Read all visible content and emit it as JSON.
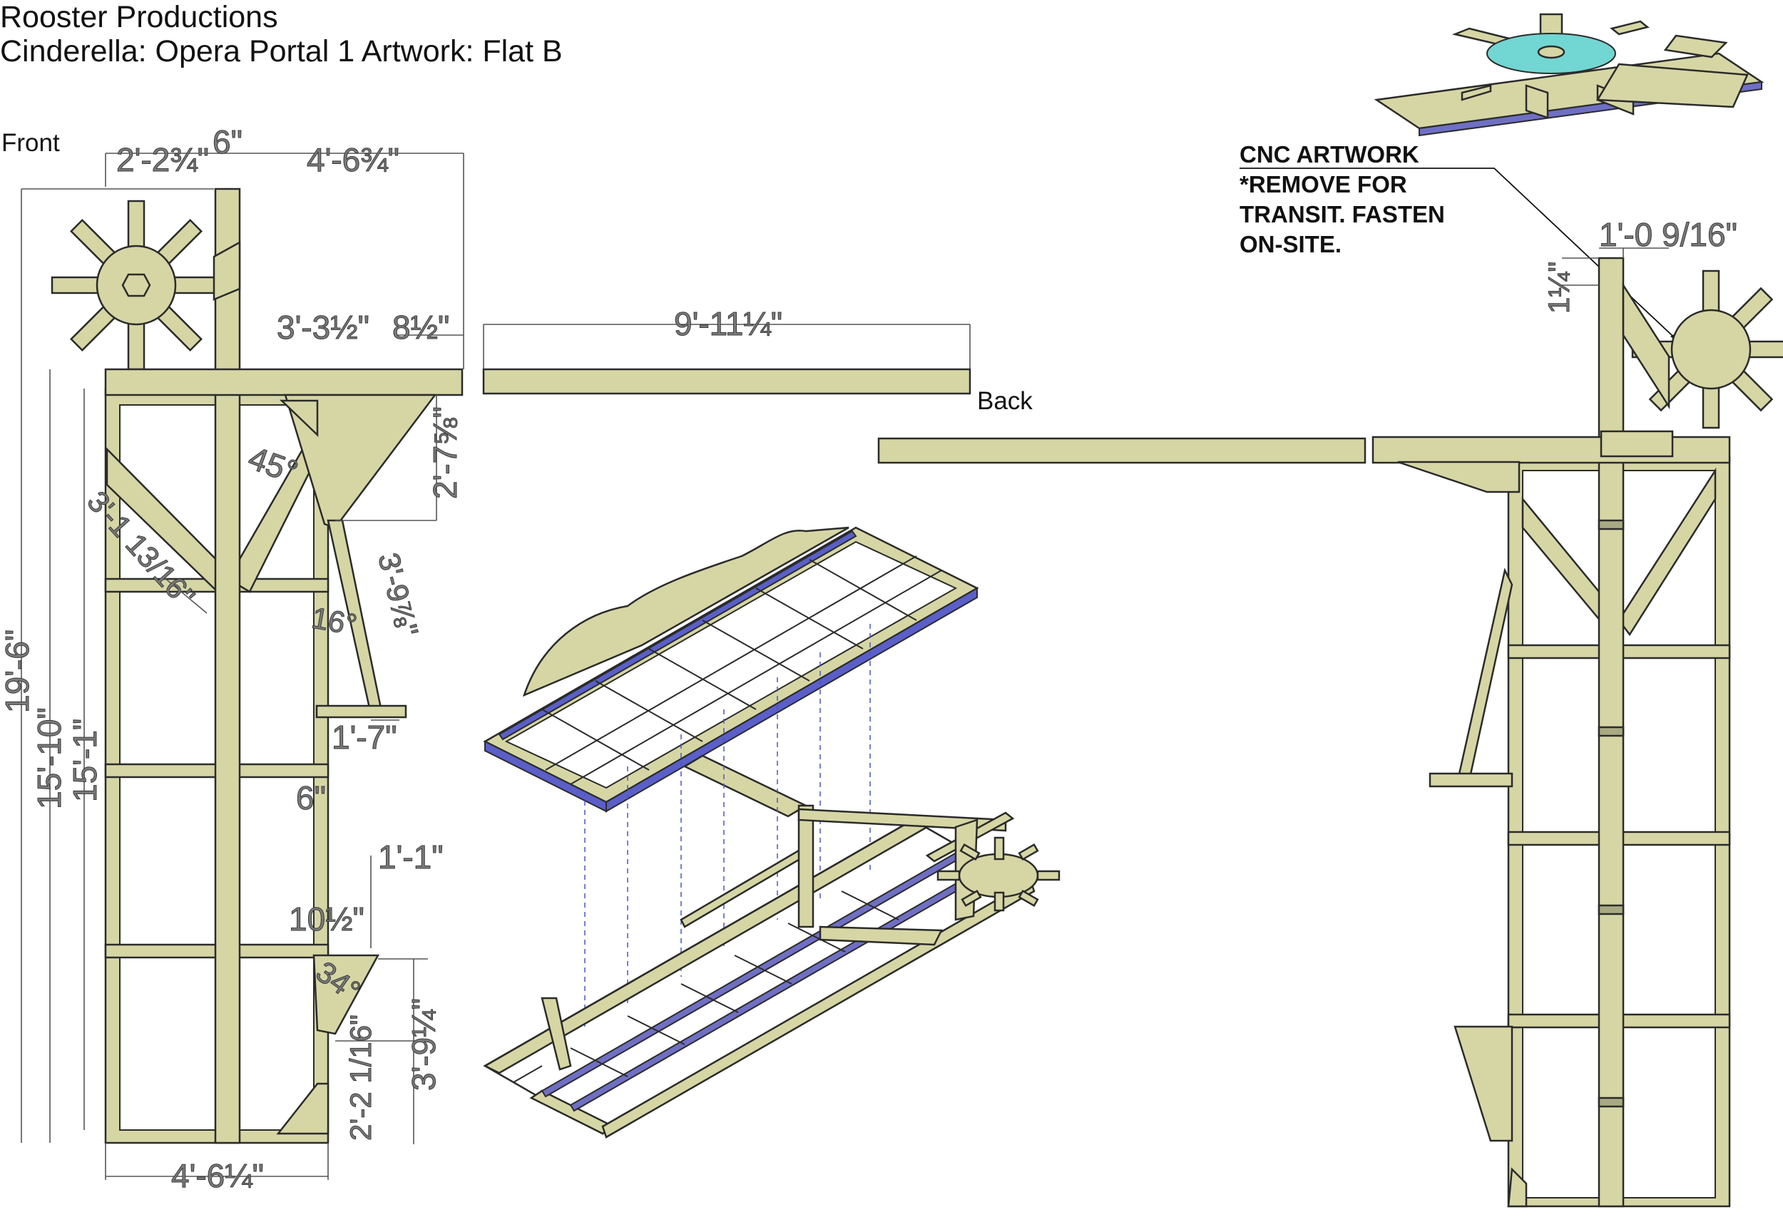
{
  "header": {
    "company": "Rooster Productions",
    "drawing_title": "Cinderella: Opera Portal 1 Artwork: Flat B"
  },
  "views": {
    "front": "Front",
    "back": "Back"
  },
  "note": {
    "line1": "CNC ARTWORK",
    "line2": "*REMOVE FOR",
    "line3": "TRANSIT. FASTEN",
    "line4": "ON-SITE."
  },
  "dimensions": {
    "top_left_width": "2'-2¾\"",
    "stile_width": "6\"",
    "top_right_width": "4'-6¾\"",
    "toggle_span": "3'-3½\"",
    "header_overhang": "8½\"",
    "header_length": "9'-11¼\"",
    "brace_drop": "2'-7⅝\"",
    "angle_45": "45°",
    "brace_offset": "3'-1 13/16\"",
    "total_height": "19'-6\"",
    "frame_height": "15'-10\"",
    "inner_height": "15'-1\"",
    "jack_length": "3'-9⅞\"",
    "angle_16": "16°",
    "foot_length": "1'-7\"",
    "rail_gap": "6\"",
    "upper_jack": "1'-1\"",
    "jack_width": "10½\"",
    "angle_34": "34°",
    "lower_jack": "3'-9¼\"",
    "corner_block": "2'-2 1/16\"",
    "bottom_width": "4'-6¼\"",
    "back_stile": "1'-0 9/16\"",
    "back_stile_depth": "1¼\""
  }
}
